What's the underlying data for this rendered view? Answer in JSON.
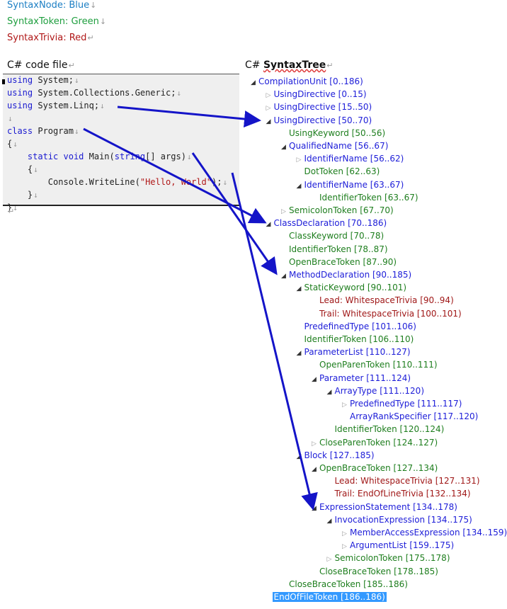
{
  "legend": {
    "node": "SyntaxNode: Blue",
    "token": "SyntaxToken: Green",
    "trivia": "SyntaxTrivia: Red",
    "colors": {
      "node": "#1d1dd8",
      "token": "#1e7e1e",
      "trivia": "#a01818",
      "arrow": "#1414c8"
    }
  },
  "code_file": {
    "title": "C# code file",
    "lines": [
      [
        {
          "t": "using",
          "c": "kw"
        },
        {
          "t": " System;"
        }
      ],
      [
        {
          "t": "using",
          "c": "kw"
        },
        {
          "t": " System.Collections.Generic;"
        }
      ],
      [
        {
          "t": "using",
          "c": "kw"
        },
        {
          "t": " System.Linq;"
        }
      ],
      [],
      [
        {
          "t": "class",
          "c": "kw"
        },
        {
          "t": " Program"
        }
      ],
      [
        {
          "t": "{"
        }
      ],
      [
        {
          "t": "    "
        },
        {
          "t": "static",
          "c": "kw"
        },
        {
          "t": " "
        },
        {
          "t": "void",
          "c": "kw"
        },
        {
          "t": " Main("
        },
        {
          "t": "string",
          "c": "kw"
        },
        {
          "t": "[] args)"
        }
      ],
      [
        {
          "t": "    {"
        }
      ],
      [
        {
          "t": "        Console.WriteLine("
        },
        {
          "t": "\"Hello, World\"",
          "c": "str"
        },
        {
          "t": ");"
        }
      ],
      [
        {
          "t": "    }"
        }
      ],
      [
        {
          "t": "}"
        }
      ]
    ]
  },
  "tree": {
    "title_prefix": "C# ",
    "title": "SyntaxTree",
    "items": [
      {
        "label": "CompilationUnit [0..186)",
        "kind": "node",
        "depth": 0,
        "toggle": "expanded"
      },
      {
        "label": "UsingDirective [0..15)",
        "kind": "node",
        "depth": 1,
        "toggle": "collapsed"
      },
      {
        "label": "UsingDirective [15..50)",
        "kind": "node",
        "depth": 1,
        "toggle": "collapsed"
      },
      {
        "label": "UsingDirective [50..70)",
        "kind": "node",
        "depth": 1,
        "toggle": "expanded"
      },
      {
        "label": "UsingKeyword [50..56)",
        "kind": "token",
        "depth": 2,
        "toggle": "none"
      },
      {
        "label": "QualifiedName [56..67)",
        "kind": "node",
        "depth": 2,
        "toggle": "expanded"
      },
      {
        "label": "IdentifierName [56..62)",
        "kind": "node",
        "depth": 3,
        "toggle": "collapsed"
      },
      {
        "label": "DotToken [62..63)",
        "kind": "token",
        "depth": 3,
        "toggle": "none"
      },
      {
        "label": "IdentifierName [63..67)",
        "kind": "node",
        "depth": 3,
        "toggle": "expanded"
      },
      {
        "label": "IdentifierToken [63..67)",
        "kind": "token",
        "depth": 4,
        "toggle": "none"
      },
      {
        "label": "SemicolonToken [67..70)",
        "kind": "token",
        "depth": 2,
        "toggle": "collapsed"
      },
      {
        "label": "ClassDeclaration [70..186)",
        "kind": "node",
        "depth": 1,
        "toggle": "expanded"
      },
      {
        "label": "ClassKeyword [70..78)",
        "kind": "token",
        "depth": 2,
        "toggle": "none"
      },
      {
        "label": "IdentifierToken [78..87)",
        "kind": "token",
        "depth": 2,
        "toggle": "none"
      },
      {
        "label": "OpenBraceToken [87..90)",
        "kind": "token",
        "depth": 2,
        "toggle": "none"
      },
      {
        "label": "MethodDeclaration [90..185)",
        "kind": "node",
        "depth": 2,
        "toggle": "expanded"
      },
      {
        "label": "StaticKeyword [90..101)",
        "kind": "token",
        "depth": 3,
        "toggle": "expanded"
      },
      {
        "label": "Lead: WhitespaceTrivia [90..94)",
        "kind": "trivia",
        "depth": 4,
        "toggle": "none"
      },
      {
        "label": "Trail: WhitespaceTrivia [100..101)",
        "kind": "trivia",
        "depth": 4,
        "toggle": "none"
      },
      {
        "label": "PredefinedType [101..106)",
        "kind": "node",
        "depth": 3,
        "toggle": "none"
      },
      {
        "label": "IdentifierToken [106..110)",
        "kind": "token",
        "depth": 3,
        "toggle": "none"
      },
      {
        "label": "ParameterList [110..127)",
        "kind": "node",
        "depth": 3,
        "toggle": "expanded"
      },
      {
        "label": "OpenParenToken [110..111)",
        "kind": "token",
        "depth": 4,
        "toggle": "none"
      },
      {
        "label": "Parameter [111..124)",
        "kind": "node",
        "depth": 4,
        "toggle": "expanded"
      },
      {
        "label": "ArrayType [111..120)",
        "kind": "node",
        "depth": 5,
        "toggle": "expanded"
      },
      {
        "label": "PredefinedType [111..117)",
        "kind": "node",
        "depth": 6,
        "toggle": "collapsed"
      },
      {
        "label": "ArrayRankSpecifier [117..120)",
        "kind": "node",
        "depth": 6,
        "toggle": "none"
      },
      {
        "label": "IdentifierToken [120..124)",
        "kind": "token",
        "depth": 5,
        "toggle": "none"
      },
      {
        "label": "CloseParenToken [124..127)",
        "kind": "token",
        "depth": 4,
        "toggle": "collapsed"
      },
      {
        "label": "Block [127..185)",
        "kind": "node",
        "depth": 3,
        "toggle": "expanded"
      },
      {
        "label": "OpenBraceToken [127..134)",
        "kind": "token",
        "depth": 4,
        "toggle": "expanded"
      },
      {
        "label": "Lead: WhitespaceTrivia [127..131)",
        "kind": "trivia",
        "depth": 5,
        "toggle": "none"
      },
      {
        "label": "Trail: EndOfLineTrivia [132..134)",
        "kind": "trivia",
        "depth": 5,
        "toggle": "none"
      },
      {
        "label": "ExpressionStatement [134..178)",
        "kind": "node",
        "depth": 4,
        "toggle": "expanded"
      },
      {
        "label": "InvocationExpression [134..175)",
        "kind": "node",
        "depth": 5,
        "toggle": "expanded"
      },
      {
        "label": "MemberAccessExpression [134..159)",
        "kind": "node",
        "depth": 6,
        "toggle": "collapsed"
      },
      {
        "label": "ArgumentList [159..175)",
        "kind": "node",
        "depth": 6,
        "toggle": "collapsed"
      },
      {
        "label": "SemicolonToken [175..178)",
        "kind": "token",
        "depth": 5,
        "toggle": "collapsed"
      },
      {
        "label": "CloseBraceToken [178..185)",
        "kind": "token",
        "depth": 4,
        "toggle": "none"
      },
      {
        "label": "CloseBraceToken [185..186)",
        "kind": "token",
        "depth": 2,
        "toggle": "none"
      },
      {
        "label": "EndOfFileToken [186..186)",
        "kind": "token",
        "depth": 1,
        "toggle": "none",
        "selected": true
      }
    ]
  }
}
